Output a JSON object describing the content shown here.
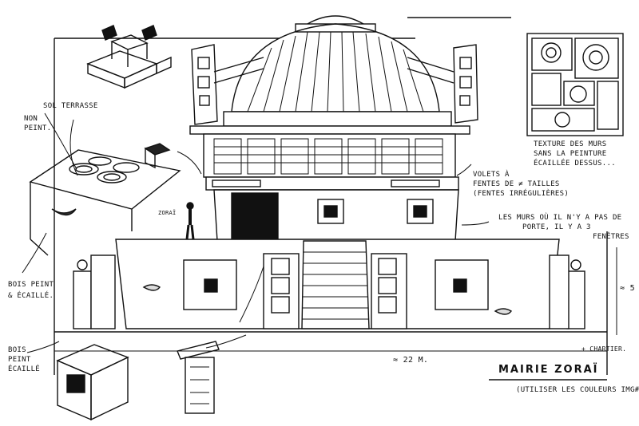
{
  "annotations": {
    "sol_terrasse": "SOL TERRASSE",
    "non_peint_1": "NON",
    "non_peint_2": "PEINT.",
    "zorai": "ZORAÏ",
    "bois_peint_1": "BOIS PEINT",
    "bois_peint_2": "& ÉCAILLÉ.",
    "bois_peint_ecaille_1": "BOIS",
    "bois_peint_ecaille_2": "PEINT",
    "bois_peint_ecaille_3": "ÉCAILLÉ",
    "texture_1": "TEXTURE DES MURS",
    "texture_2": "SANS LA PEINTURE",
    "texture_3": "ÉCAILLÉE DESSUS...",
    "volets_1": "VOLETS À",
    "volets_2": "FENTES DE ≠ TAILLES",
    "volets_3": "(FENTES IRRÉGULIÈRES)",
    "murs_1": "LES MURS OÙ IL N'Y A PAS DE",
    "murs_2": "PORTE, IL Y A 3",
    "murs_3": "FENÊTRES",
    "dimension_width": "≈ 22 M.",
    "dimension_height": "≈ 5",
    "signature": "+ CHARTIER.",
    "title": "MAIRIE ZORAÏ",
    "subtitle": "(UTILISER LES COULEURS IMG#"
  },
  "colors": {
    "ink": "#111111",
    "paper": "#ffffff"
  }
}
